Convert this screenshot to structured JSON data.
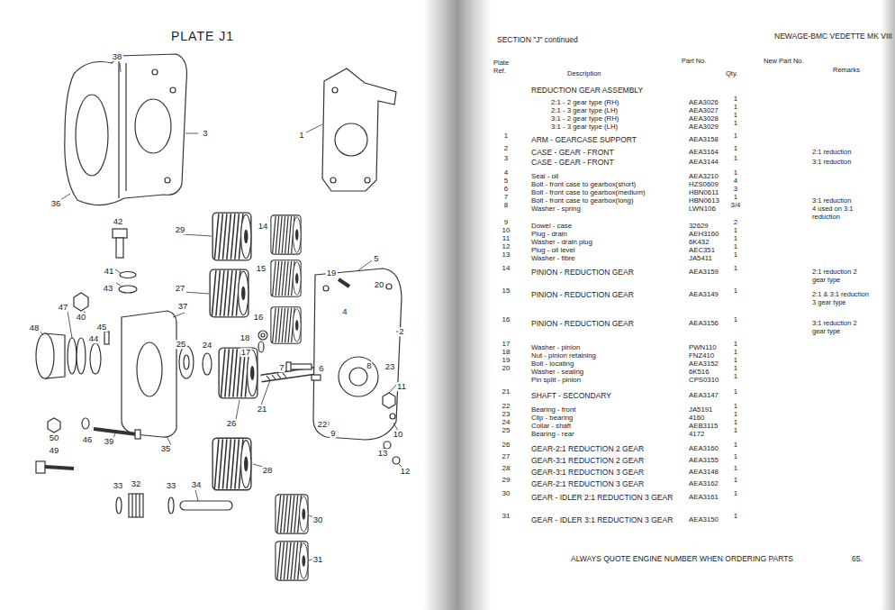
{
  "diagram": {
    "labels": [
      "PLATE J1",
      "38",
      "3",
      "1",
      "36",
      "42",
      "29",
      "14",
      "5",
      "41",
      "15",
      "19",
      "20",
      "43",
      "27",
      "37",
      "47",
      "40",
      "45",
      "44",
      "16",
      "4",
      "2",
      "48",
      "25",
      "24",
      "18",
      "17",
      "7",
      "6",
      "8",
      "23",
      "21",
      "11",
      "26",
      "22",
      "9",
      "10",
      "46",
      "39",
      "35",
      "13",
      "12",
      "50",
      "49",
      "28",
      "33",
      "32",
      "33",
      "34",
      "30",
      "31",
      "SECTION \"J\" continued",
      "NEWAGE-BMC VEDETTE MK VIII",
      "Plate Ref.",
      "Description",
      "Part No.",
      "Qty.",
      "New Part No.",
      "Remarks",
      "REDUCTION GEAR ASSEMBLY",
      "2:1 - 2 gear type (RH)",
      "AEA3026",
      "1",
      "2:1 - 3 gear type (LH)",
      "AEA3027",
      "1",
      "3:1 - 2 gear type (RH)",
      "AEA3028",
      "1",
      "3:1 - 3 gear type (LH)",
      "AEA3029",
      "1",
      "1",
      "ARM - GEARCASE SUPPORT",
      "AEA3158",
      "1",
      "2",
      "CASE - GEAR - FRONT",
      "AEA3164",
      "1",
      "2:1 reduction",
      "3",
      "CASE - GEAR - FRONT",
      "AEA3144",
      "1",
      "3:1 reduction",
      "4",
      "Seal - oil",
      "AEA3210",
      "1",
      "5",
      "Bolt - front case to gearbox(short)",
      "HZS0609",
      "4",
      "6",
      "Bolt - front case to gearbox(medium)",
      "HBN0611",
      "3",
      "7",
      "Bolt - front case to gearbox(long)",
      "HBN0613",
      "1",
      "3:1 reduction",
      "8",
      "Washer - spring",
      "LWN106",
      "3/4",
      "4 used on 3:1 reduction",
      "9",
      "Dowel - case",
      "32629",
      "2",
      "10",
      "Plug - drain",
      "AEH3160",
      "1",
      "11",
      "Washer - drain plug",
      "6K432",
      "1",
      "12",
      "Plug - oil level",
      "AEC351",
      "1",
      "13",
      "Washer - fibre",
      "JA5411",
      "1",
      "14",
      "PINION - REDUCTION GEAR",
      "AEA3159",
      "1",
      "2:1 reduction 2 gear type",
      "15",
      "PINION - REDUCTION GEAR",
      "AEA3149",
      "1",
      "2:1 & 3:1 reduction 3 gear type",
      "16",
      "PINION - REDUCTION GEAR",
      "AEA3156",
      "1",
      "3:1 reduction 2 gear type",
      "17",
      "Washer - pinion",
      "PWN110",
      "1",
      "18",
      "Nut - pinion retaining",
      "FNZ410",
      "1",
      "19",
      "Bolt - locating",
      "AEA3152",
      "1",
      "20",
      "Washer - sealing",
      "6K516",
      "1",
      "Pin split - pinion",
      "CPS0310",
      "1",
      "21",
      "SHAFT - SECONDARY",
      "AEA3147",
      "1",
      "22",
      "Bearing - front",
      "JA5191",
      "1",
      "23",
      "Clip - bearing",
      "4160",
      "1",
      "24",
      "Collar - shaft",
      "AEB3115",
      "1",
      "25",
      "Bearing - rear",
      "4172",
      "1",
      "26",
      "GEAR-2:1 REDUCTION 2 GEAR",
      "AEA3160",
      "1",
      "27",
      "GEAR-3:1 REDUCTION 2 GEAR",
      "AEA3155",
      "1",
      "28",
      "GEAR-3:1 REDUCTION 3 GEAR",
      "AEA3148",
      "1",
      "29",
      "GEAR-2:1 REDUCTION 3 GEAR",
      "AEA3162",
      "1",
      "30",
      "GEAR - IDLER 2:1 REDUCTION 3 GEAR",
      "AEA3161",
      "1",
      "31",
      "GEAR - IDLER 3:1 REDUCTION 3 GEAR",
      "AEA3150",
      "1",
      "ALWAYS QUOTE ENGINE NUMBER WHEN ORDERING PARTS",
      "65."
    ]
  }
}
